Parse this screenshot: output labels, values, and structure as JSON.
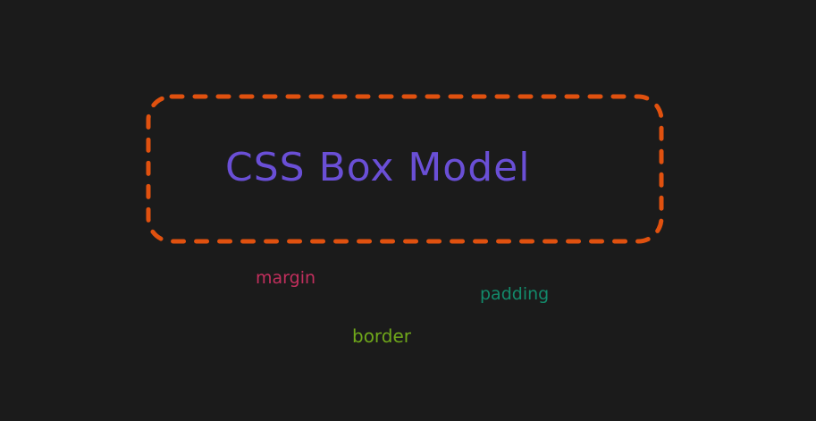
{
  "title": "CSS Box Model",
  "labels": {
    "margin": "margin",
    "padding": "padding",
    "border": "border"
  },
  "colors": {
    "background": "#1b1b1b",
    "box_stroke": "#e0510f",
    "title": "#6a4fd6",
    "margin": "#c22f5d",
    "padding": "#138a6b",
    "border": "#6fa71a"
  }
}
